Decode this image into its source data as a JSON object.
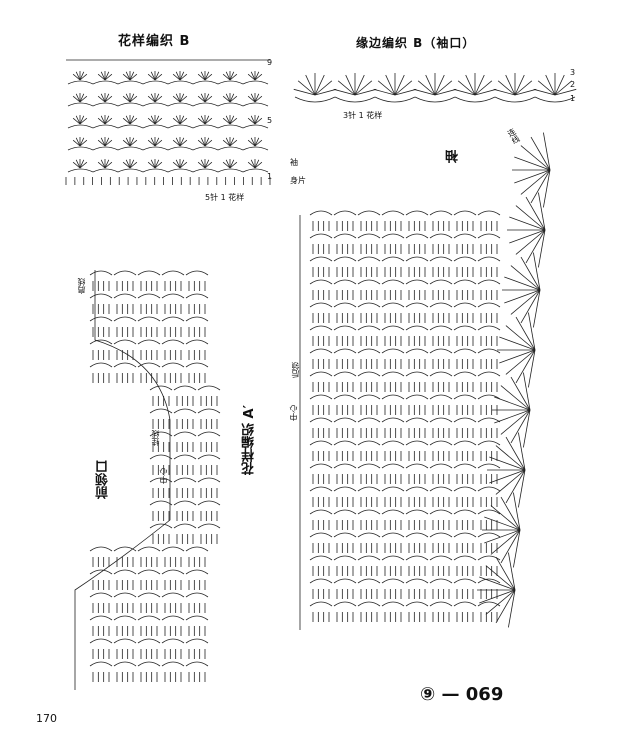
{
  "titles": {
    "pattern_b": "花样编织 B",
    "edging_b": "缘边编织 B（袖口）",
    "pattern_a": "花样编织 A′",
    "sleeve": "袖",
    "front_neck": "前领口"
  },
  "labels": {
    "repeat_5": "5针 1 花样",
    "repeat_3": "3针 1 花样",
    "sleeve_mark": "袖",
    "body_mark": "身片",
    "center": "中心",
    "back_center": "后领",
    "shoulder_line": "肩线",
    "raglan_line": "连线",
    "fold_line": "挂线",
    "rows_b": [
      "9",
      "5",
      "1"
    ],
    "rows_edge": [
      "3",
      "2",
      "1"
    ]
  },
  "page_number": "170",
  "figure_id": "⑨ — 069"
}
